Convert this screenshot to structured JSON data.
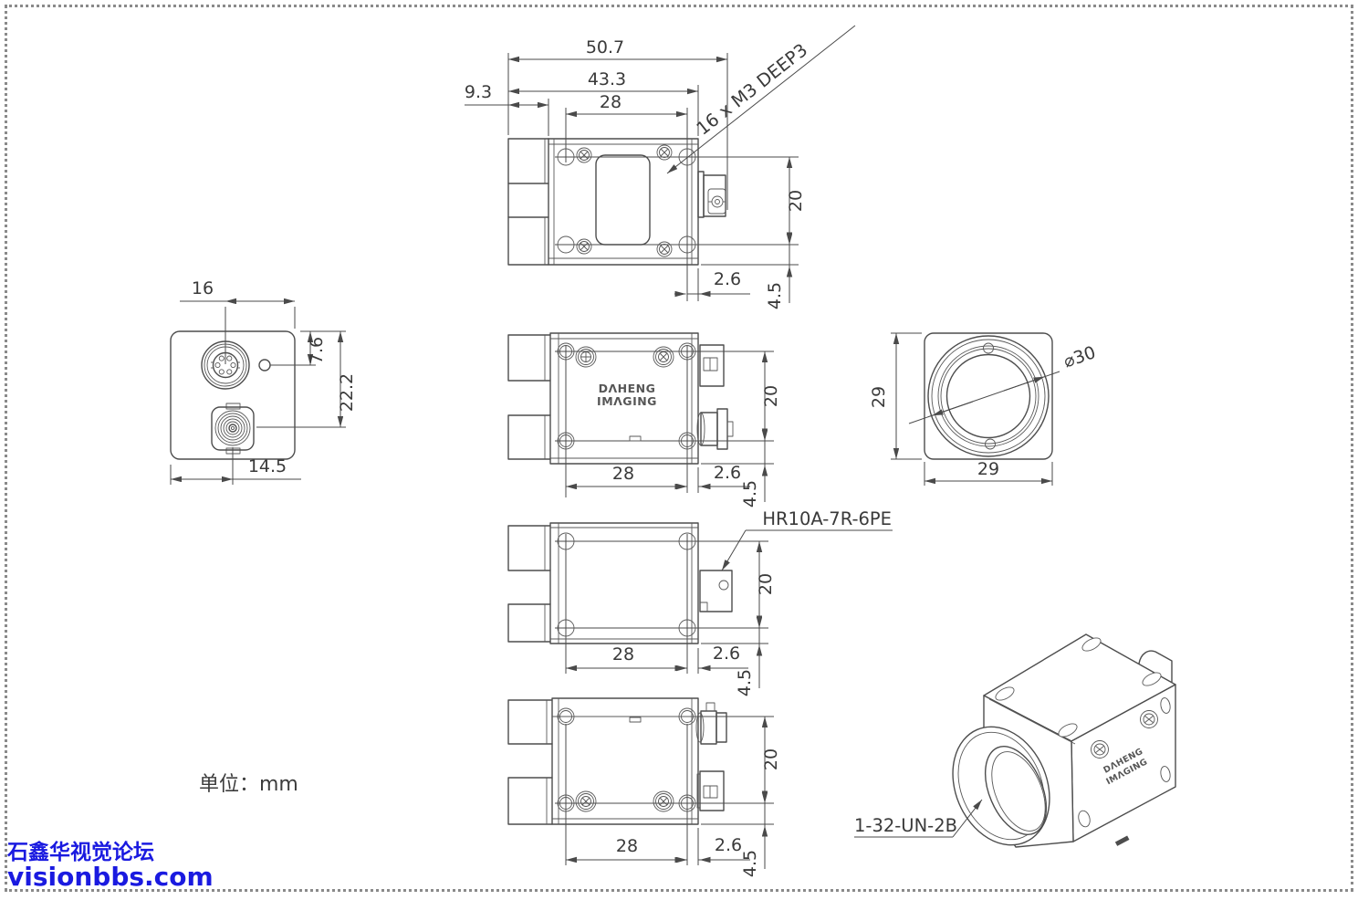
{
  "drawing": {
    "unit_label": "单位：mm",
    "thread_note": "16 x  M3 DEEP3",
    "hr10a_label": "HR10A-7R-6PE",
    "mount_label": "1-32-UN-2B",
    "logo_line1": "DΛHENG",
    "logo_line2": "IMΛGING"
  },
  "dims": {
    "top": {
      "total_width": "50.7",
      "body_width": "43.3",
      "hole_spacing": "28",
      "tab_depth": "9.3",
      "hole_spacing_v": "20",
      "edge_offset": "2.6",
      "bottom_offset": "4.5"
    },
    "back": {
      "connector_offset": "16",
      "led_drop": "7.6",
      "connector2_drop": "22.2",
      "connector_center": "14.5"
    },
    "side": {
      "hole_spacing": "28",
      "hole_spacing_v": "20",
      "edge_offset": "2.6",
      "bottom_offset": "4.5"
    },
    "hr10a": {
      "hole_spacing": "28",
      "hole_spacing_v": "20",
      "edge_offset": "2.6",
      "bottom_offset": "4.5"
    },
    "bottom": {
      "hole_spacing": "28",
      "hole_spacing_v": "20",
      "edge_offset": "2.6",
      "bottom_offset": "4.5"
    },
    "front": {
      "height": "29",
      "width": "29",
      "lens_diameter": "⌀30"
    }
  },
  "watermark": {
    "line1": "石鑫华视觉论坛",
    "line2": "visionbbs.com"
  },
  "colors": {
    "line": "#4d4d4d",
    "text": "#3a3a3a",
    "watermark": "#1a1ae0",
    "border": "#8a8a8a"
  }
}
